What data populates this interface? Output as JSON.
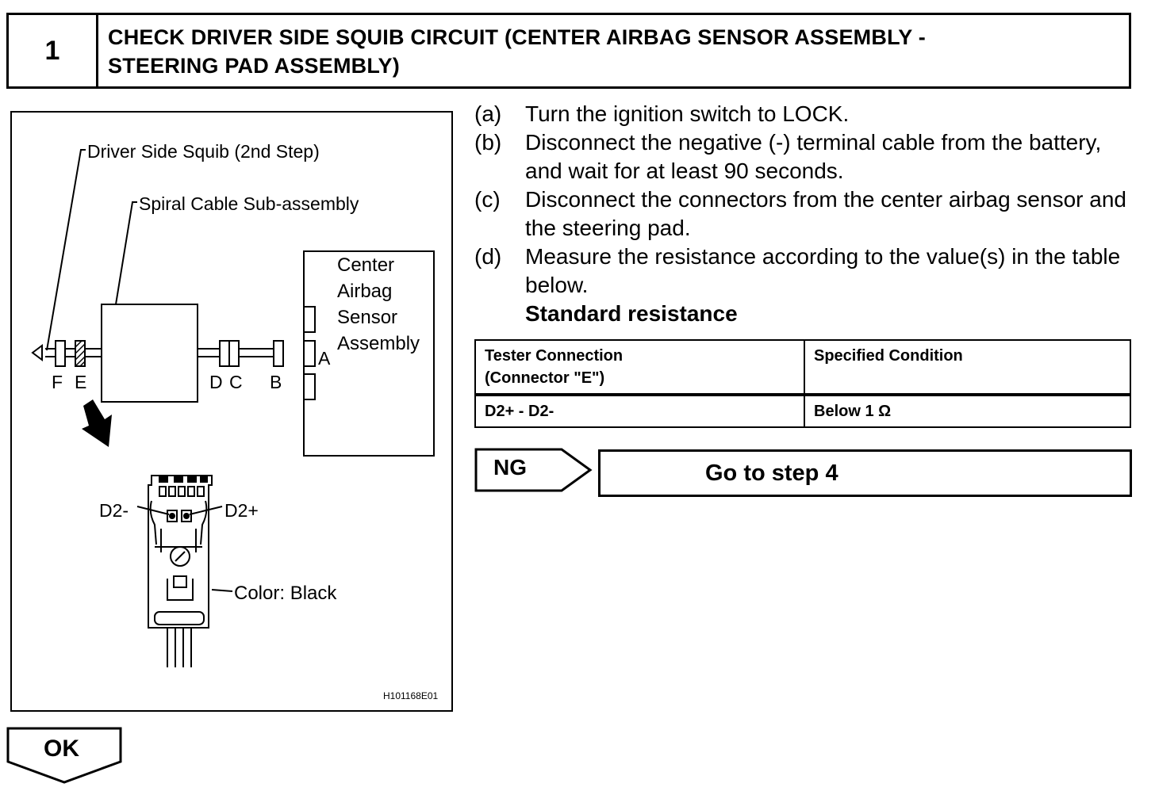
{
  "header": {
    "step_number": "1",
    "title_line1": "CHECK DRIVER SIDE SQUIB CIRCUIT (CENTER AIRBAG SENSOR ASSEMBLY -",
    "title_line2": "STEERING PAD ASSEMBLY)"
  },
  "figure": {
    "label_squib": "Driver Side Squib (2nd Step)",
    "label_spiral": "Spiral Cable Sub-assembly",
    "sensor_line1": "Center",
    "sensor_line2": "Airbag",
    "sensor_line3": "Sensor",
    "sensor_line4": "Assembly",
    "conn_A": "A",
    "conn_B": "B",
    "conn_C": "C",
    "conn_D": "D",
    "conn_E": "E",
    "conn_F": "F",
    "pin_d2_minus": "D2-",
    "pin_d2_plus": "D2+",
    "color_label": "Color: Black",
    "figure_id": "H101168E01"
  },
  "procedure": {
    "a_label": "(a)",
    "a_text": "Turn the ignition switch to LOCK.",
    "b_label": "(b)",
    "b_text": "Disconnect the negative (-) terminal cable from the battery, and wait for at least 90 seconds.",
    "c_label": "(c)",
    "c_text": "Disconnect the connectors from the center airbag sensor and the steering pad.",
    "d_label": "(d)",
    "d_text": "Measure the resistance according to the value(s) in the table below.",
    "standard_heading": "Standard resistance"
  },
  "spec_table": {
    "col1_header_line1": "Tester Connection",
    "col1_header_line2": "(Connector \"E\")",
    "col2_header": "Specified Condition",
    "rows": [
      {
        "connection": "D2+ - D2-",
        "condition": "Below 1 Ω"
      }
    ]
  },
  "result": {
    "ng_label": "NG",
    "goto_text": "Go to step 4",
    "ok_label": "OK"
  }
}
